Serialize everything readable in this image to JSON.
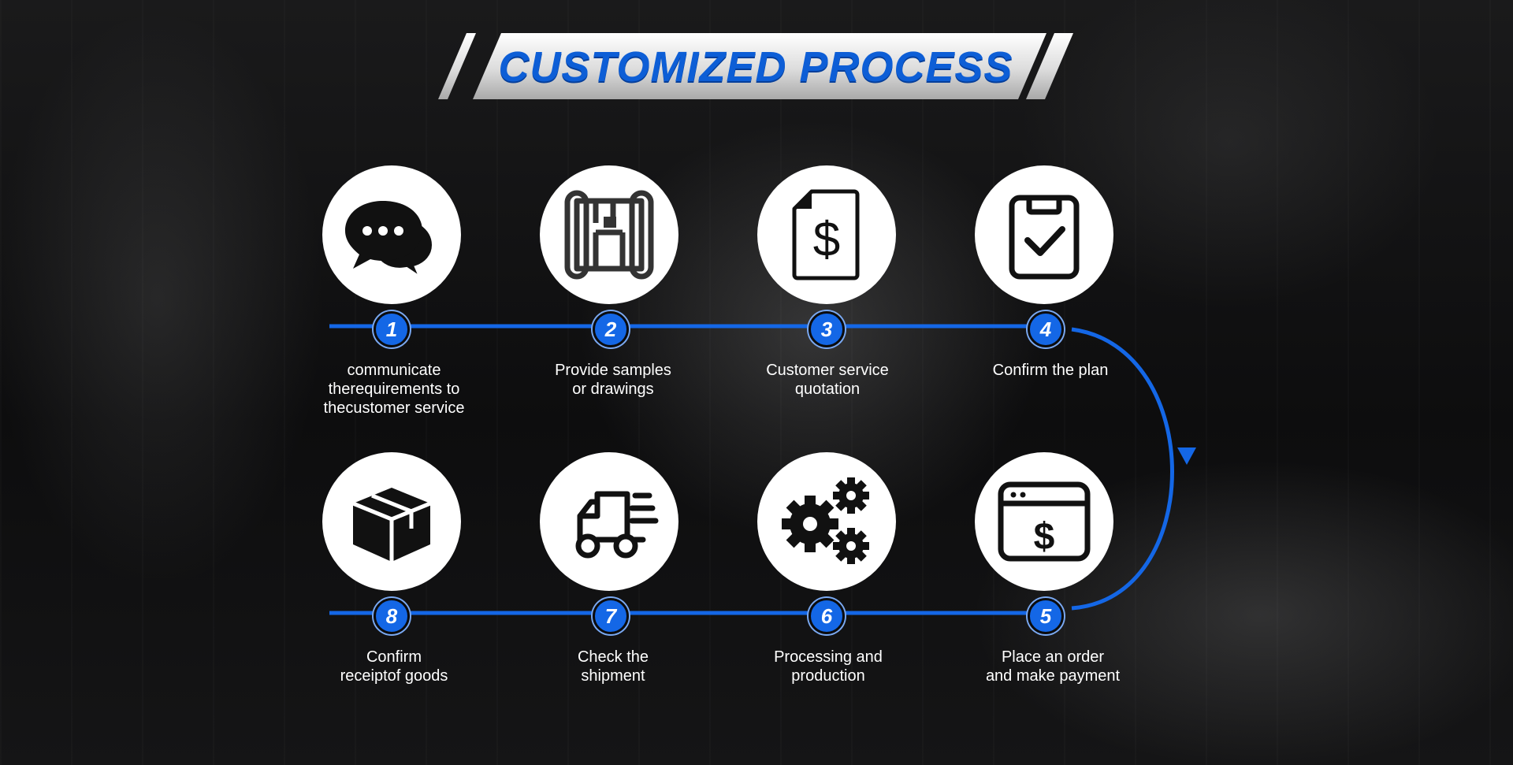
{
  "title": "CUSTOMIZED PROCESS",
  "colors": {
    "accent": "#1467e6",
    "title": "#0d5ed6",
    "banner": "#e6e6e6"
  },
  "steps": [
    {
      "number": "1",
      "icon": "chat-bubbles-icon",
      "lines": [
        "communicate",
        "therequirements to",
        "thecustomer service"
      ]
    },
    {
      "number": "2",
      "icon": "blueprint-icon",
      "lines": [
        "Provide samples",
        "or drawings"
      ]
    },
    {
      "number": "3",
      "icon": "dollar-document-icon",
      "lines": [
        "Customer service",
        "quotation"
      ]
    },
    {
      "number": "4",
      "icon": "clipboard-check-icon",
      "lines": [
        "Confirm the plan"
      ]
    },
    {
      "number": "5",
      "icon": "payment-window-icon",
      "lines": [
        "Place an order",
        "and make payment"
      ]
    },
    {
      "number": "6",
      "icon": "gears-icon",
      "lines": [
        "Processing and",
        "production"
      ]
    },
    {
      "number": "7",
      "icon": "delivery-truck-icon",
      "lines": [
        "Check the",
        "shipment"
      ]
    },
    {
      "number": "8",
      "icon": "package-box-icon",
      "lines": [
        "Confirm",
        "receiptof goods"
      ]
    }
  ]
}
